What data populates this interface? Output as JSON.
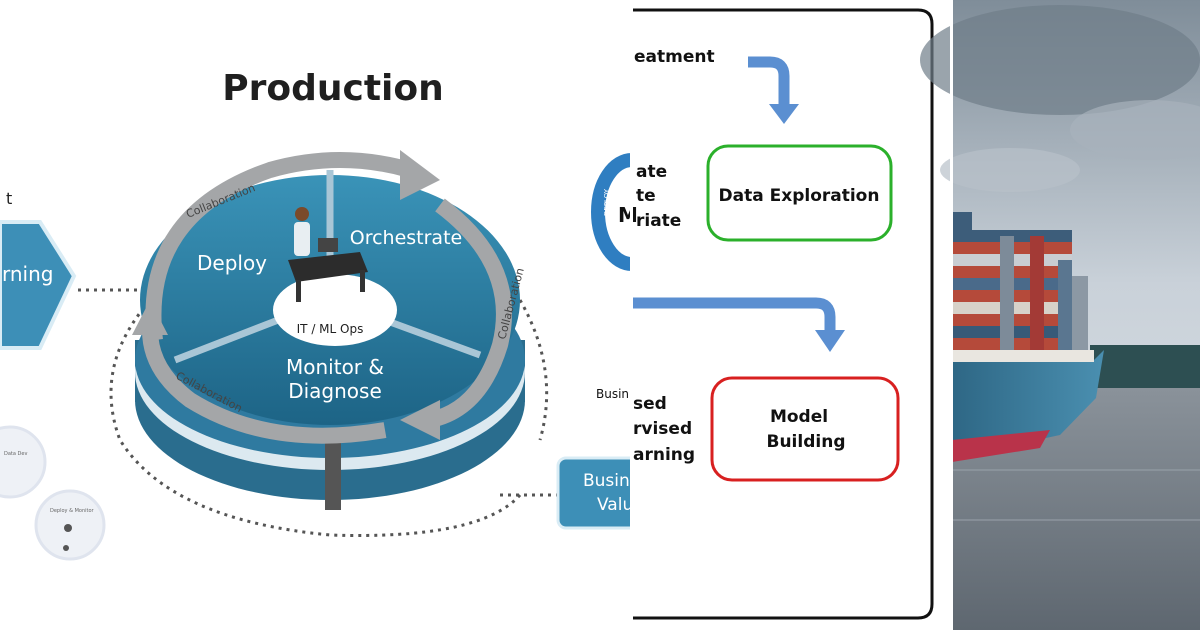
{
  "left_panel": {
    "title": "Production",
    "segments": [
      "Deploy",
      "Orchestrate",
      "Monitor &",
      "Diagnose"
    ],
    "center_label": "IT / ML Ops",
    "ring_labels": [
      "Collaboration",
      "Collaboration",
      "Collaboration"
    ],
    "left_box_partial": "rning",
    "left_top_partial": "t",
    "right_box_partial": [
      "Busin",
      "Valu"
    ],
    "small_circle_1": "Data Dev",
    "small_circle_2": "Deploy & Monitor"
  },
  "middle_panel": {
    "top_partial": "eatment",
    "left_partial_lines": [
      "ate",
      "te",
      "riate"
    ],
    "circle_partial": "DEPLOY",
    "circle_letter": "M",
    "green_box": "Data Exploration",
    "red_box_line1": "Model",
    "red_box_line2": "Building",
    "bottom_partial_lines": [
      "Busin",
      "sed",
      "rvised",
      "arning"
    ]
  },
  "right_panel": {
    "colors": {
      "sky_top": "#8a97a3",
      "sky_mid": "#cfd6dd",
      "sea": "#6f7882",
      "hull": "#3a6f8f",
      "hull_red": "#b9334a"
    }
  },
  "colors": {
    "teal": "#2a7fa3",
    "teal_dark": "#1e5f7d",
    "arrow_blue": "#5b8fd1",
    "green": "#2bb02b",
    "red": "#d82020"
  }
}
